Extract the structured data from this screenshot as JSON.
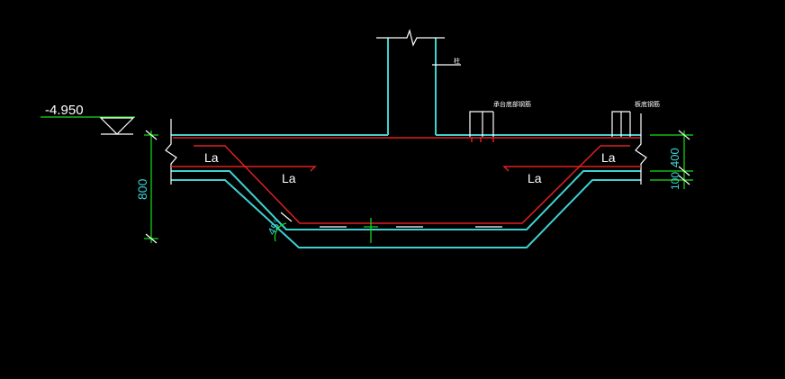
{
  "drawing": {
    "elevation_label": "-4.950",
    "anchorage_label": "La",
    "dim_total_depth": "800",
    "dim_slab_thickness": "400",
    "dim_cushion": "100",
    "slope_angle": "45°",
    "note_column": "柱",
    "note_bottom_bars": "承台底部钢筋",
    "note_slab_bars": "板底钢筋"
  },
  "colors": {
    "concrete_outline": "#3fd0d0",
    "rebar": "#e02020",
    "dimension": "#18e018",
    "annotation": "#ffffff"
  }
}
